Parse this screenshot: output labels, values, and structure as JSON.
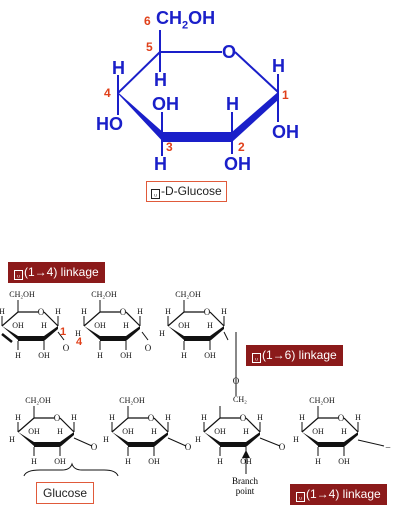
{
  "glucose_structure": {
    "carbon_numbers": [
      "6",
      "5",
      "4",
      "3",
      "2",
      "1"
    ],
    "ch2oh": "CH",
    "ch2oh_sub": "2",
    "ch2oh_tail": "OH",
    "ring_oxygen": "O",
    "h": "H",
    "oh": "OH",
    "ho": "HO",
    "caption_glyph": "ᵤ",
    "caption_text": "-D-Glucose"
  },
  "glycogen": {
    "label_top_left": "(1→4) linkage",
    "label_right": "(1→6) linkage",
    "label_bottom_right": "(1→4) linkage",
    "tofu_glyph": "ᵤ",
    "glucose_label": "Glucose",
    "branch_point": [
      "Branch",
      "point"
    ],
    "num_1": "1",
    "num_4": "4",
    "ch2oh": "CH₂OH",
    "ch2": "CH₂",
    "h": "H",
    "oh": "OH",
    "o": "O"
  },
  "colors": {
    "blue": "#1a1fc9",
    "red_num": "#e0401a",
    "dark_red": "#8b1a1a",
    "outline": "#e05a3a"
  }
}
